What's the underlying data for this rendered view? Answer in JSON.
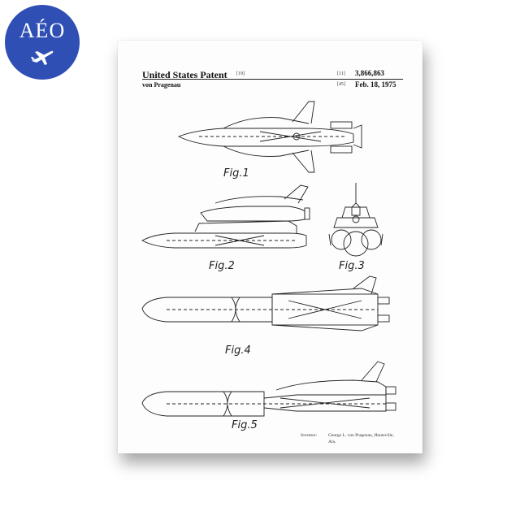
{
  "badge": {
    "text": "AÉO",
    "icon": "airplane-icon",
    "color": "#2f4fb4"
  },
  "patent": {
    "title": "United States Patent",
    "title_ref": "[19]",
    "inventor_short": "von Pragenau",
    "number_ref": "[11]",
    "number": "3,866,863",
    "date_ref": "[45]",
    "date": "Feb. 18, 1975"
  },
  "figures": [
    "Fig.1",
    "Fig.2",
    "Fig.3",
    "Fig.4",
    "Fig.5"
  ],
  "inventor": {
    "label": "Inventor:",
    "name": "George L. von Pragenau, Huntsville,",
    "location": "Ala."
  }
}
